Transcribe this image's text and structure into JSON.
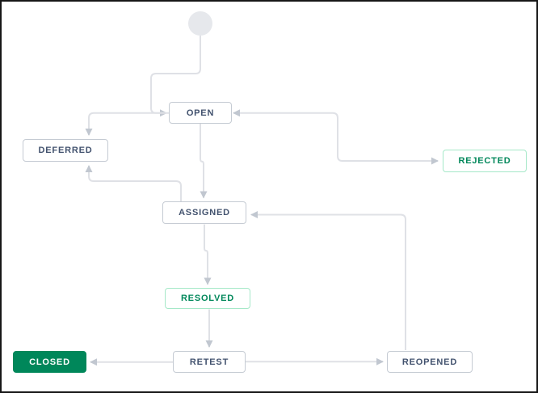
{
  "diagram": {
    "type": "workflow-state-diagram",
    "nodes": {
      "start": {
        "label": "",
        "shape": "circle",
        "style": "start"
      },
      "open": {
        "label": "OPEN",
        "style": "default"
      },
      "deferred": {
        "label": "DEFERRED",
        "style": "default"
      },
      "rejected": {
        "label": "REJECTED",
        "style": "green-outline"
      },
      "assigned": {
        "label": "ASSIGNED",
        "style": "default"
      },
      "resolved": {
        "label": "RESOLVED",
        "style": "green-outline"
      },
      "closed": {
        "label": "CLOSED",
        "style": "green-fill"
      },
      "retest": {
        "label": "RETEST",
        "style": "default"
      },
      "reopened": {
        "label": "REOPENED",
        "style": "default"
      }
    },
    "edges": [
      {
        "from": "start",
        "to": "open"
      },
      {
        "from": "open",
        "to": "deferred"
      },
      {
        "from": "open",
        "to": "assigned"
      },
      {
        "from": "open",
        "to": "rejected"
      },
      {
        "from": "rejected",
        "to": "open"
      },
      {
        "from": "assigned",
        "to": "deferred"
      },
      {
        "from": "assigned",
        "to": "resolved"
      },
      {
        "from": "resolved",
        "to": "retest"
      },
      {
        "from": "retest",
        "to": "closed"
      },
      {
        "from": "retest",
        "to": "reopened"
      },
      {
        "from": "reopened",
        "to": "assigned"
      }
    ],
    "colors": {
      "edge_line": "#dfe1e6",
      "arrowhead": "#c1c7d0",
      "node_border": "#c5cbd3",
      "node_text": "#42526E",
      "green_text": "#00875A",
      "green_border": "#a5e8c8",
      "closed_background": "#00875A",
      "closed_text": "#ffffff",
      "start_circle_fill": "#e6e8ec",
      "frame_border": "#161616"
    }
  }
}
